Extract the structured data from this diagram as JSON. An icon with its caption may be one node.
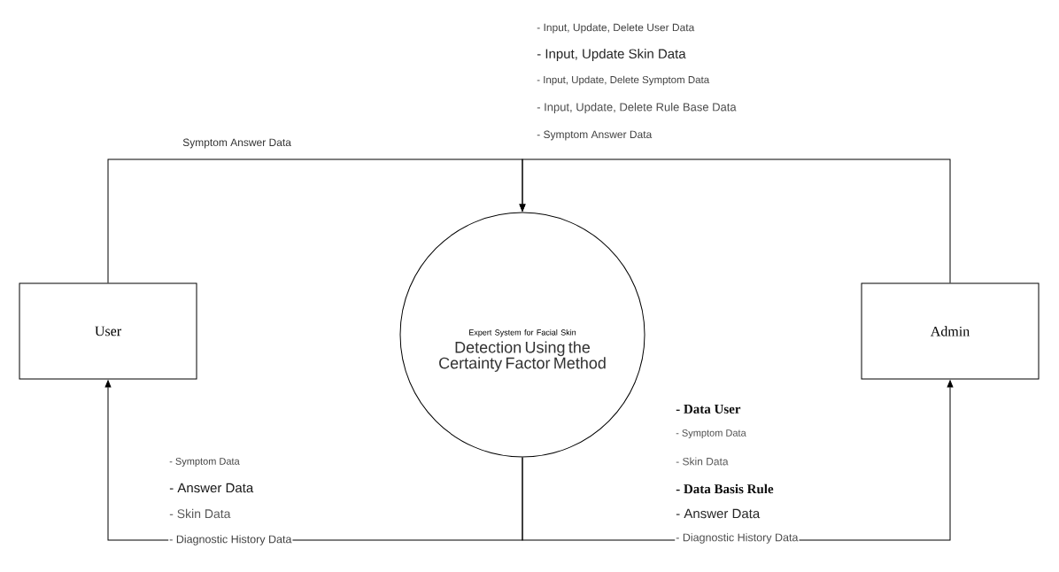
{
  "diagram": {
    "nodes": [
      {
        "text": [
          "User"
        ]
      },
      {
        "text": [
          "Expert System for Facial Skin",
          "Detection Using the Certainty Factor Method"
        ]
      },
      {
        "text": [
          "Admin"
        ]
      }
    ],
    "edges": [
      {
        "from": 0,
        "to": 1,
        "arrow": "to",
        "label": "Symptom Answer Data"
      },
      {
        "from": 2,
        "to": 1,
        "arrow": "to"
      },
      {
        "from": 1,
        "to": 0,
        "arrow": "to"
      },
      {
        "from": 1,
        "to": 2,
        "arrow": "to"
      }
    ],
    "labels": [
      "- Input, Update, Delete User Data",
      "- Input, Update Skin Data",
      "- Input, Update, Delete Symptom Data",
      "- Input, Update, Delete Rule Base Data",
      "- Symptom Answer Data",
      "- Symptom Data",
      "- Answer Data",
      "- Skin Data",
      "- Diagnostic History Data",
      "- Data User",
      "- Symptom Data",
      "- Skin Data",
      "- Data Basis Rule",
      "- Answer Data",
      "- Diagnostic History Data"
    ]
  }
}
